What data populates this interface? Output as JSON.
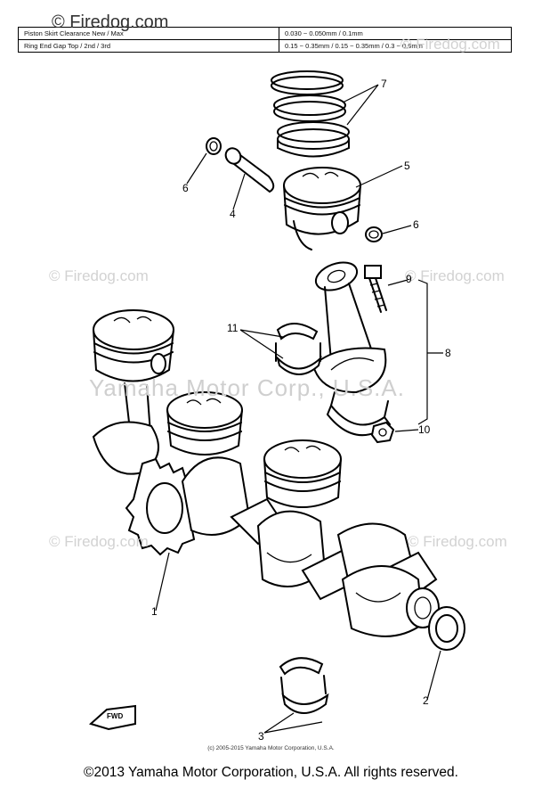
{
  "spec_table": {
    "rows": [
      {
        "label": "Piston Skirt Clearance New / Max",
        "value": "0.030 ~ 0.050mm / 0.1mm"
      },
      {
        "label": "Ring End Gap Top / 2nd / 3rd",
        "value": "0.15 ~ 0.35mm / 0.15 ~ 0.35mm / 0.3 ~ 0.9mm"
      }
    ]
  },
  "watermarks": {
    "top": "© Firedog.com",
    "repeat": "© Firedog.com",
    "center": "Yamaha Motor Corp., U.S.A."
  },
  "callouts": {
    "c1": "1",
    "c2": "2",
    "c3": "3",
    "c4": "4",
    "c5": "5",
    "c6a": "6",
    "c6b": "6",
    "c7": "7",
    "c8": "8",
    "c9": "9",
    "c10": "10",
    "c11": "11"
  },
  "direction_marker": "FWD",
  "inner_copyright": "(c) 2005-2015 Yamaha Motor Corporation, U.S.A.",
  "footer_copyright": "©2013 Yamaha Motor Corporation, U.S.A. All rights reserved."
}
